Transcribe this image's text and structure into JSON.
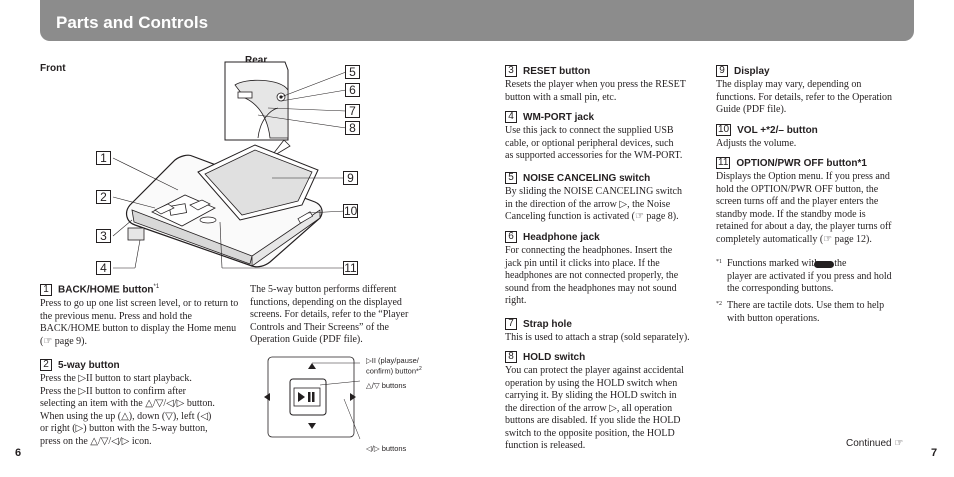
{
  "header": {
    "title": "Parts and Controls"
  },
  "figure": {
    "front_label": "Front",
    "rear_label": "Rear",
    "callouts": [
      "1",
      "2",
      "3",
      "4",
      "5",
      "6",
      "7",
      "8",
      "9",
      "10",
      "11"
    ]
  },
  "left_sections": [
    {
      "num": "1",
      "title": "BACK/HOME button",
      "sup": "*1",
      "text": "Press to go up one list screen level, or to return to the previous menu. Press and hold the BACK/HOME button to display the Home menu (☞ page 9)."
    },
    {
      "num": "2",
      "title": "5-way button",
      "lines": [
        "Press the ▷II button to start playback.",
        "Press the ▷II button to confirm after",
        "selecting an item with the △/▽/◁/▷ button.",
        "When using the up (△), down (▽), left (◁)",
        "or right (▷) button with the 5-way button,",
        "press on the △/▽/◁/▷  icon."
      ]
    }
  ],
  "way_note": {
    "lines": [
      "The 5-way button performs different",
      "functions, depending on the displayed",
      "screens. For details, refer to the “Player",
      "Controls and Their Screens” of the",
      "Operation Guide (PDF file)."
    ],
    "label_play": "▷II (play/pause/",
    "label_play2": "confirm) button*",
    "label_play_sup": "2",
    "label_updown": "△/▽ buttons",
    "label_leftright": "◁/▷ buttons"
  },
  "mid_sections": [
    {
      "num": "3",
      "title": "RESET button",
      "lines": [
        "Resets the player when you press the RESET",
        "button with a small pin, etc."
      ]
    },
    {
      "num": "4",
      "title": "WM-PORT jack",
      "lines": [
        "Use this jack to connect the supplied USB",
        "cable, or optional peripheral devices, such",
        "as supported accessories for the WM-PORT."
      ]
    },
    {
      "num": "5",
      "title": "NOISE CANCELING switch",
      "lines": [
        "By sliding the NOISE CANCELING switch",
        "in the direction of the arrow ▷, the Noise",
        "Canceling function is activated (☞ page 8)."
      ]
    },
    {
      "num": "6",
      "title": "Headphone jack",
      "lines": [
        "For connecting the headphones. Insert the",
        "jack pin until it clicks into place. If the",
        "headphones are not connected properly, the",
        "sound from the headphones may not sound",
        "right."
      ]
    },
    {
      "num": "7",
      "title": "Strap hole",
      "lines": [
        "This is used to attach a strap (sold separately)."
      ]
    },
    {
      "num": "8",
      "title": "HOLD switch",
      "lines": [
        "You can protect the player against accidental",
        "operation by using the HOLD switch when",
        "carrying it. By sliding the HOLD switch in",
        "the direction of the arrow ▷, all operation",
        "buttons are disabled. If you slide the HOLD",
        "switch to the opposite position, the HOLD",
        "function is released."
      ]
    }
  ],
  "right_sections": [
    {
      "num": "9",
      "title": "Display",
      "lines": [
        "The display may vary, depending on",
        "functions. For details, refer to the Operation",
        "Guide (PDF file)."
      ]
    },
    {
      "num": "10",
      "title": "VOL +*2/– button",
      "lines": [
        "Adjusts the volume."
      ]
    },
    {
      "num": "11",
      "title": "OPTION/PWR OFF button*1",
      "lines": [
        "Displays the Option menu. If you press and",
        "hold the OPTION/PWR OFF button, the",
        "screen turns off and the player enters the",
        "standby mode. If the standby mode is",
        "retained for about a day, the player turns off",
        "completely automatically (☞ page 12)."
      ]
    }
  ],
  "footnotes": [
    {
      "mark": "*1",
      "lines": [
        "Functions marked with        on the",
        "player are activated if you press and hold",
        "the corresponding buttons."
      ]
    },
    {
      "mark": "*2",
      "lines": [
        "There are tactile dots. Use them to help",
        "with button operations."
      ]
    }
  ],
  "footer": {
    "left_page": "6",
    "right_page": "7",
    "continued": "Continued ☞"
  }
}
